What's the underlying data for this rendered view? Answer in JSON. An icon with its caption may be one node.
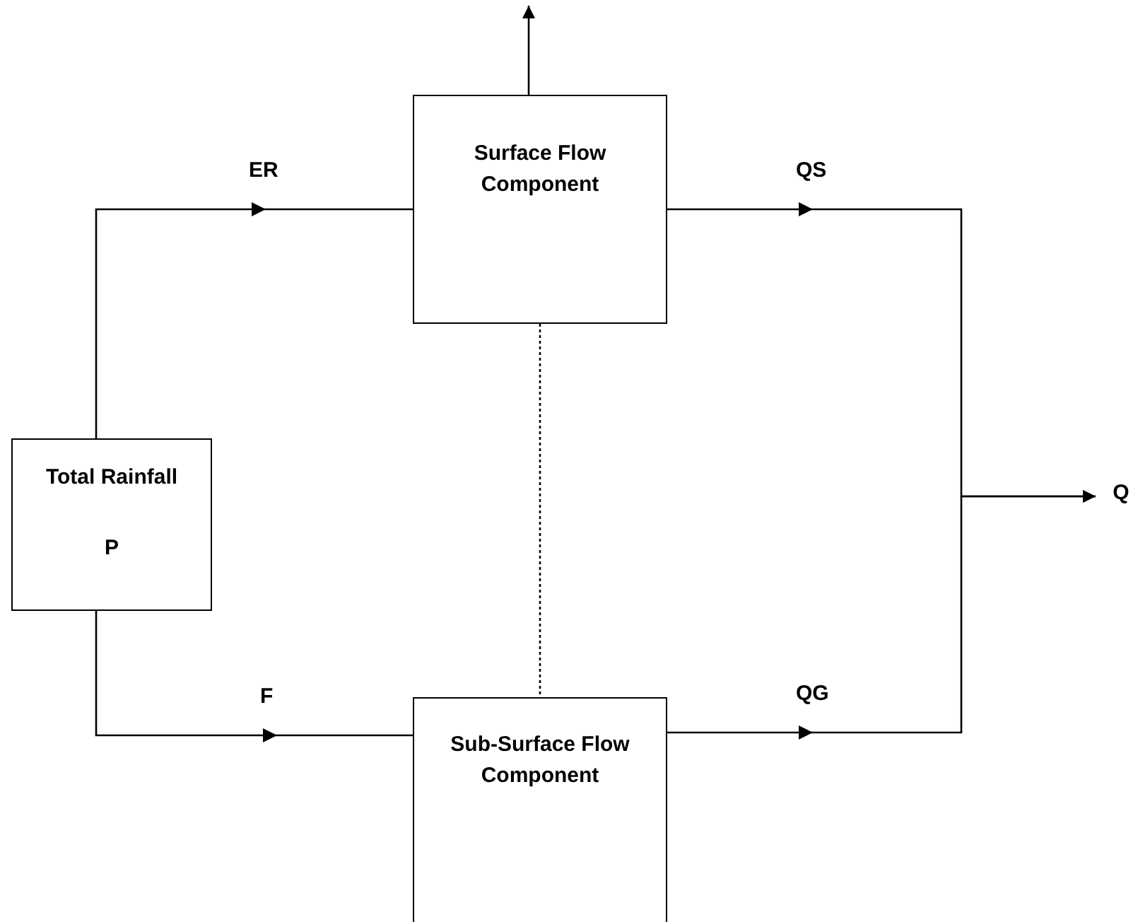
{
  "diagram": {
    "nodes": [
      {
        "text": [
          "Total Rainfall",
          "P"
        ]
      },
      {
        "text": [
          "Surface Flow Component"
        ]
      },
      {
        "text": [
          "Sub-Surface Flow Component"
        ]
      },
      {
        "text": [
          "Q"
        ]
      }
    ],
    "edges": [
      {
        "from": 0,
        "to": 1,
        "arrow": "to",
        "label": "ER"
      },
      {
        "from": 0,
        "to": 2,
        "arrow": "to",
        "label": "F"
      },
      {
        "from": 1,
        "to": null,
        "arrow": "to"
      },
      {
        "from": 1,
        "to": 3,
        "arrow": "to",
        "label": "QS"
      },
      {
        "from": 2,
        "to": 3,
        "arrow": "to",
        "label": "QG"
      },
      {
        "from": 1,
        "to": 2,
        "arrow": "none",
        "style": "dashed"
      }
    ]
  }
}
